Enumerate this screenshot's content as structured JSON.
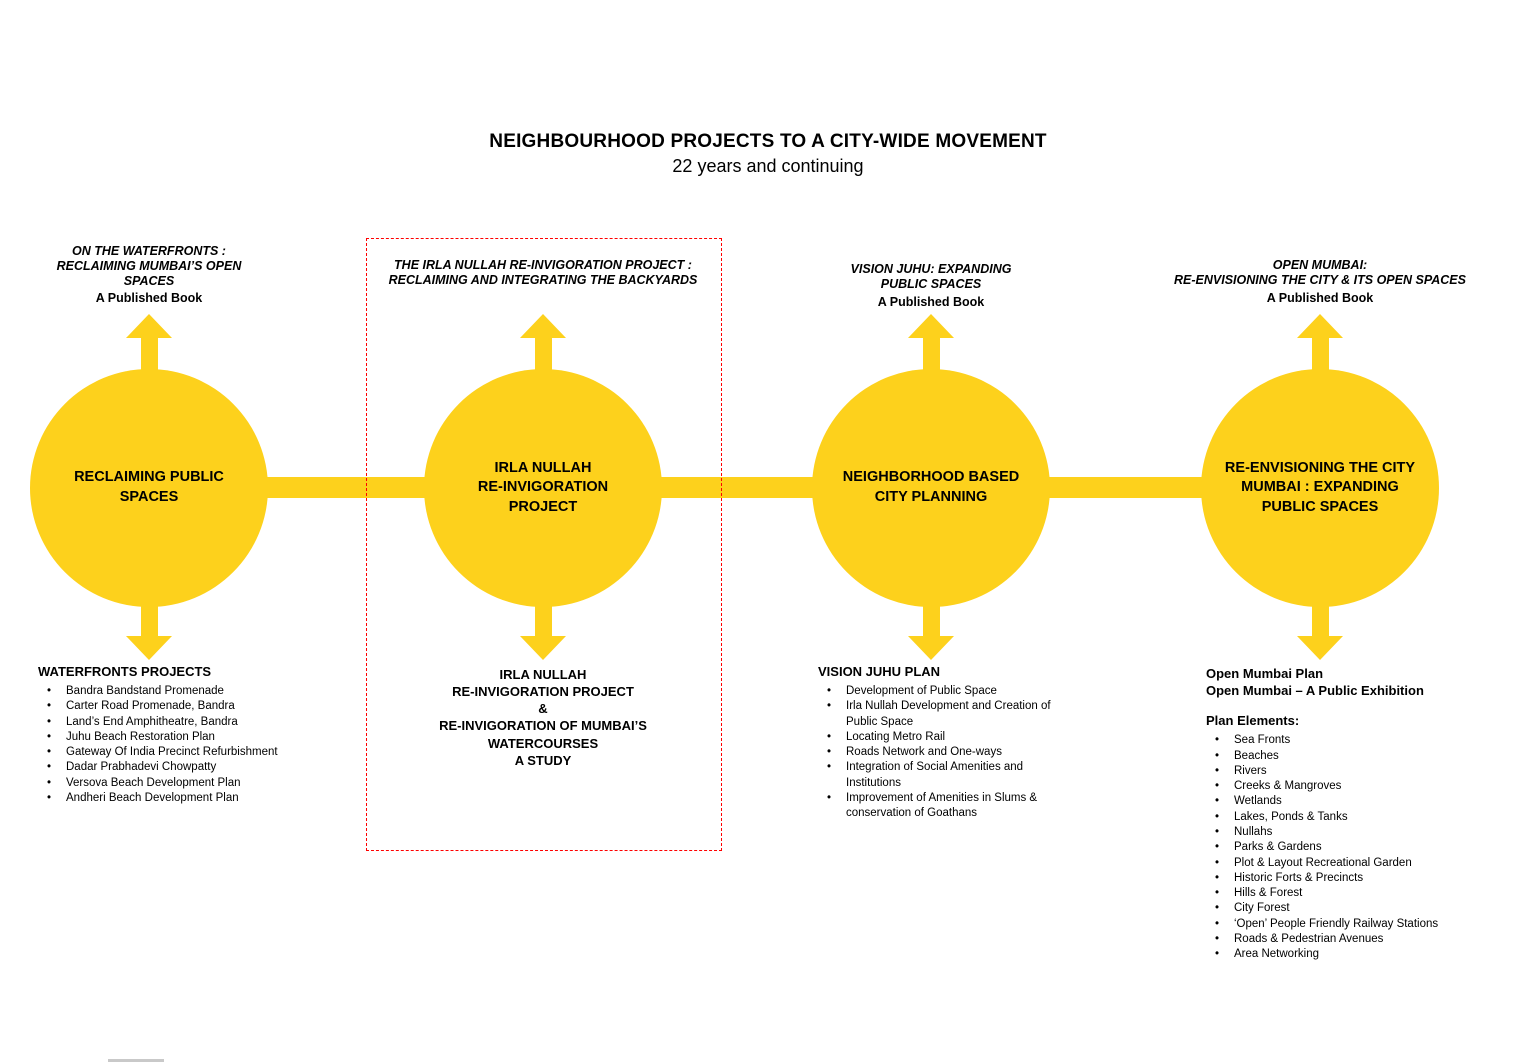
{
  "title": {
    "line1": "NEIGHBOURHOOD PROJECTS TO A CITY-WIDE MOVEMENT",
    "line2": "22 years and continuing"
  },
  "colors": {
    "accent": "#FDD11C",
    "highlight": "#FF0000",
    "text": "#000000",
    "background": "#FFFFFF"
  },
  "columns": [
    {
      "top_title": "ON THE WATERFRONTS :\nRECLAIMING MUMBAI’S OPEN\nSPACES",
      "top_book": "A Published Book",
      "circle_label": "RECLAIMING PUBLIC\nSPACES",
      "bottom_heading": "WATERFRONTS PROJECTS",
      "bottom_items": [
        "Bandra Bandstand Promenade",
        "Carter Road Promenade, Bandra",
        "Land’s End Amphitheatre, Bandra",
        "Juhu Beach Restoration Plan",
        "Gateway Of India Precinct Refurbishment",
        "Dadar Prabhadevi Chowpatty",
        "Versova Beach Development Plan",
        "Andheri Beach Development Plan"
      ]
    },
    {
      "top_title": "THE IRLA NULLAH  RE-INVIGORATION PROJECT :\nRECLAIMING AND INTEGRATING THE BACKYARDS",
      "circle_label": "IRLA NULLAH\nRE-INVIGORATION\nPROJECT",
      "bottom_text": "IRLA NULLAH\nRE-INVIGORATION PROJECT\n&\nRE-INVIGORATION OF MUMBAI’S\nWATERCOURSES\nA STUDY"
    },
    {
      "top_title": "VISION JUHU: EXPANDING\nPUBLIC SPACES",
      "top_book": "A Published Book",
      "circle_label": "NEIGHBORHOOD BASED\nCITY PLANNING",
      "bottom_heading": "VISION JUHU PLAN",
      "bottom_items": [
        "Development of Public Space",
        "Irla Nullah Development and Creation of Public Space",
        "Locating Metro Rail",
        "Roads Network and One-ways",
        "Integration of Social Amenities and Institutions",
        "Improvement of Amenities in Slums & conservation of Goathans"
      ]
    },
    {
      "top_title": "OPEN MUMBAI:\nRE-ENVISIONING THE CITY & ITS OPEN SPACES",
      "top_book": "A Published Book",
      "circle_label": "RE-ENVISIONING THE CITY\nMUMBAI : EXPANDING\nPUBLIC SPACES",
      "bottom_heading_lines": "Open Mumbai Plan\nOpen Mumbai – A Public Exhibition",
      "plan_elements_heading": "Plan Elements:",
      "bottom_items": [
        "Sea Fronts",
        "Beaches",
        "Rivers",
        "Creeks & Mangroves",
        "Wetlands",
        "Lakes, Ponds & Tanks",
        "Nullahs",
        "Parks & Gardens",
        "Plot & Layout Recreational Garden",
        "Historic Forts & Precincts",
        "Hills & Forest",
        "City Forest",
        "‘Open’ People Friendly Railway Stations",
        "Roads & Pedestrian Avenues",
        "Area Networking"
      ]
    }
  ]
}
